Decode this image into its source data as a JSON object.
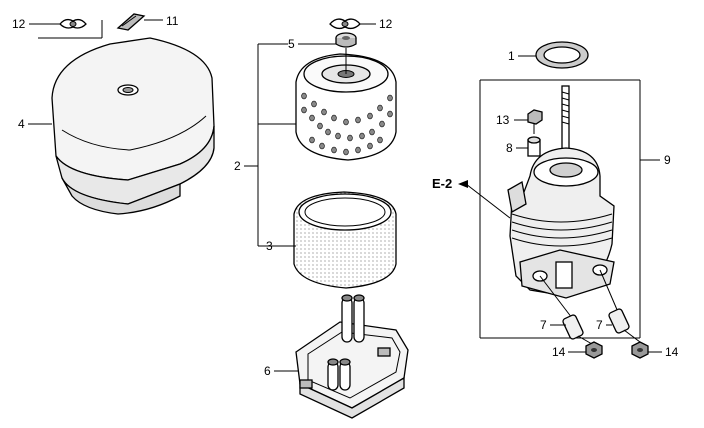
{
  "diagram": {
    "labels": {
      "c1": "1",
      "c2": "2",
      "c3": "3",
      "c4": "4",
      "c5": "5",
      "c6": "6",
      "c7a": "7",
      "c7b": "7",
      "c8": "8",
      "c9": "9",
      "c11": "11",
      "c12a": "12",
      "c12b": "12",
      "c13": "13",
      "c14a": "14",
      "c14b": "14",
      "ref": "E-2"
    }
  }
}
